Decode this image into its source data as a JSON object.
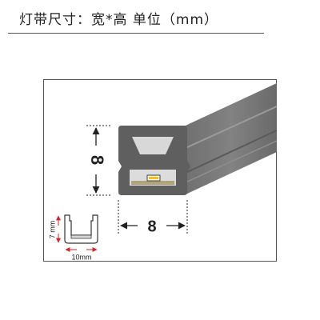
{
  "header": {
    "title": "灯带尺寸：宽*高    单位（mm）"
  },
  "main_view": {
    "height_label": "8",
    "width_label": "8"
  },
  "profile_view": {
    "height_label": "7 mm",
    "width_label": "10mm"
  },
  "colors": {
    "body": "#5f5f5f",
    "body_side": "#6a6a6a",
    "window": "#dcdcdc",
    "led_strip": "#e5d7b5",
    "pcb": "#b1a37a",
    "dimension_red": "#d2222a",
    "arrow": "#222222"
  },
  "icons": {
    "dimension_arrow": "arrow"
  }
}
